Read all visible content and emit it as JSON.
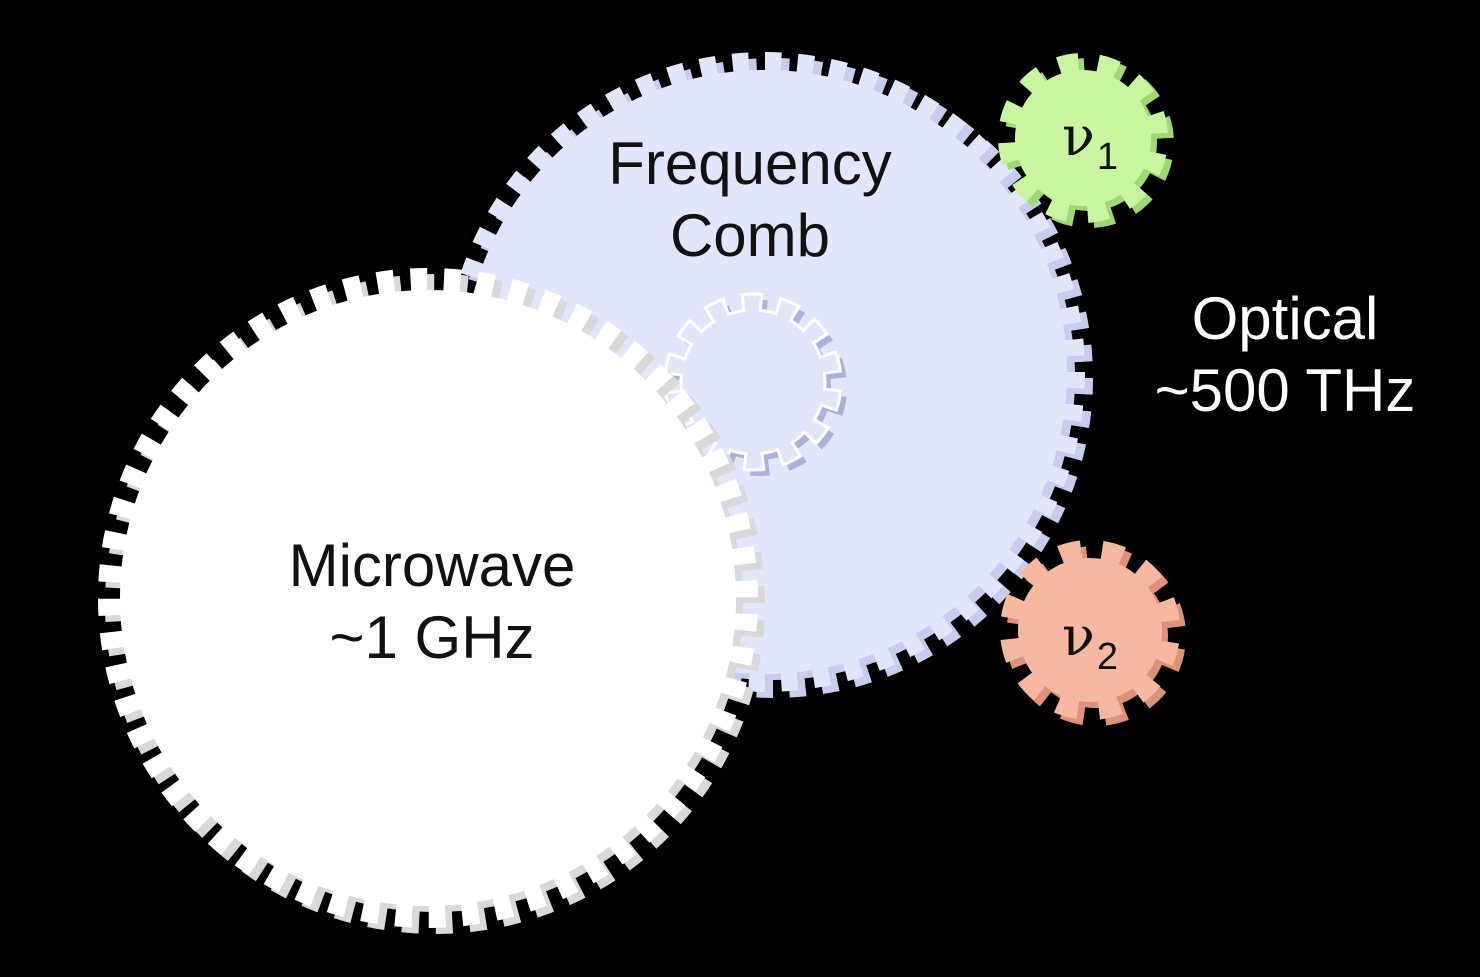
{
  "colors": {
    "background": "#000000",
    "comb_gear": "#e2e6fb",
    "comb_gear_shade": "#c7cdee",
    "microwave_gear": "#ffffff",
    "microwave_gear_shade": "#d9d9d9",
    "nu1_gear": "#c9f5a0",
    "nu1_gear_shade": "#9fd877",
    "nu2_gear": "#f6b8a1",
    "nu2_gear_shade": "#dd927a",
    "dark_text": "#111111",
    "light_text": "#ffffff"
  },
  "gears": {
    "comb": {
      "title_line1": "Frequency",
      "title_line2": "Comb"
    },
    "microwave": {
      "title_line1": "Microwave",
      "title_line2": "~1 GHz"
    },
    "nu1": {
      "symbol": "ν",
      "subscript": "1"
    },
    "nu2": {
      "symbol": "ν",
      "subscript": "2"
    }
  },
  "optical": {
    "line1": "Optical",
    "line2": "~500 THz"
  }
}
